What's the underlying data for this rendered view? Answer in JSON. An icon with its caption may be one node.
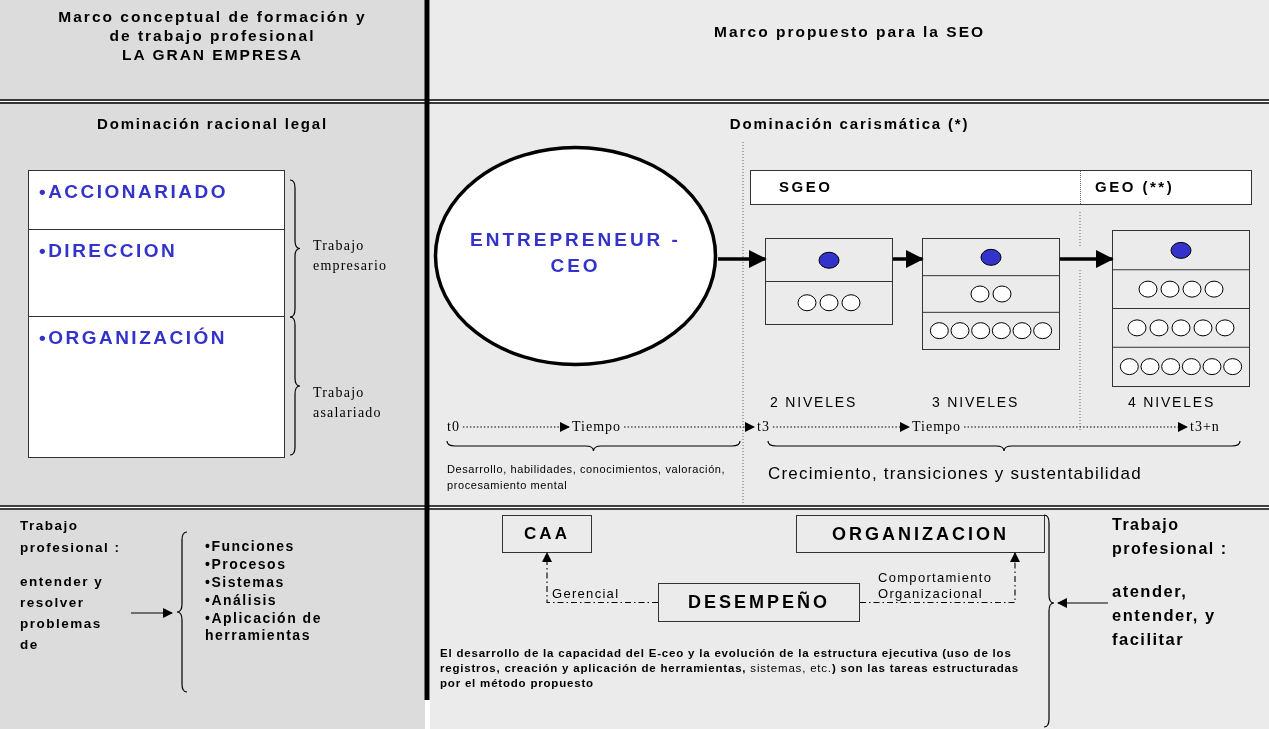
{
  "diagram": {
    "nodes": [
      {
        "text": [
          "Marco conceptual de formación y de trabajo profesional",
          "LA GRAN EMPRESA"
        ]
      },
      {
        "text": [
          "Marco propuesto para la SEO"
        ]
      },
      {
        "text": [
          "Dominación racional legal"
        ]
      },
      {
        "text": [
          "•ACCIONARIADO"
        ],
        "in": 2
      },
      {
        "text": [
          "•DIRECCION"
        ],
        "in": 2
      },
      {
        "text": [
          "•ORGANIZACIÓN"
        ],
        "in": 2
      },
      {
        "text": [
          "Dominación carismática (*)"
        ]
      },
      {
        "text": [
          "ENTREPRENEUR -CEO"
        ],
        "in": 6
      },
      {
        "text": [
          "SGEO",
          "GEO (**)"
        ],
        "in": 6
      },
      {
        "text": [],
        "shape": "box",
        "in": 6
      },
      {
        "text": [],
        "shape": "box",
        "in": 6
      },
      {
        "text": [],
        "shape": "box",
        "in": 6
      },
      {
        "text": [
          "t0"
        ],
        "in": 6
      },
      {
        "text": [
          "Tiempo"
        ],
        "in": 6
      },
      {
        "text": [
          "t3"
        ],
        "in": 6
      },
      {
        "text": [
          "Tiempo"
        ],
        "in": 6
      },
      {
        "text": [
          "t3+n"
        ],
        "in": 6
      },
      {
        "text": [],
        "shape": "box"
      },
      {
        "text": [
          "Trabajo profesional :",
          "entender y resolver problemas de"
        ],
        "in": 17
      },
      {
        "text": [
          "•Funciones",
          "•Procesos",
          "•Sistemas",
          "•Análisis",
          "•Aplicación de herramientas"
        ],
        "in": 17
      },
      {
        "text": [],
        "shape": "box"
      },
      {
        "text": [
          "CAA"
        ],
        "in": 20
      },
      {
        "text": [
          "ORGANIZACION"
        ],
        "in": 20
      },
      {
        "text": [
          "DESEMPEÑO"
        ],
        "in": 20
      },
      {
        "text": [
          "Trabajo profesional :",
          "atender, entender, y facilitar"
        ],
        "in": 20
      }
    ],
    "edges": [
      {
        "from": 7,
        "to": 9,
        "arrow": "to",
        "style": "thick"
      },
      {
        "from": 9,
        "to": 10,
        "arrow": "to",
        "style": "thick"
      },
      {
        "from": 10,
        "to": 11,
        "arrow": "to",
        "style": "thick"
      },
      {
        "from": 12,
        "to": 13,
        "arrow": "to",
        "style": "dashed"
      },
      {
        "from": 13,
        "to": 14,
        "arrow": "to",
        "style": "dashed"
      },
      {
        "from": 14,
        "to": 15,
        "arrow": "to",
        "style": "dashed"
      },
      {
        "from": 15,
        "to": 16,
        "arrow": "to",
        "style": "dashed"
      },
      {
        "from": 18,
        "to": 19,
        "arrow": "to"
      },
      {
        "from": 23,
        "to": 21,
        "arrow": "to",
        "style": "dashed",
        "label": "Gerencial"
      },
      {
        "from": 23,
        "to": 22,
        "arrow": "to",
        "style": "dashed",
        "label": "Comportamiento Organizacional"
      },
      {
        "from": 24,
        "to": null,
        "arrow": "to"
      }
    ],
    "labels": [
      "Trabajo empresario",
      "Trabajo asalariado",
      "2 NIVELES",
      "3 NIVELES",
      "4 NIVELES",
      "Desarrollo, habilidades, conocimientos, valoración, procesamiento mental",
      "Crecimiento, transiciones y sustentabilidad",
      "**El desarrollo de la capacidad del E-ceo y  la evolución de la estructura ejecutiva (uso de los registros, creación y  aplicación de herramientas,** sistemas, etc.**) son las tareas estructuradas por el método propuesto**"
    ]
  }
}
